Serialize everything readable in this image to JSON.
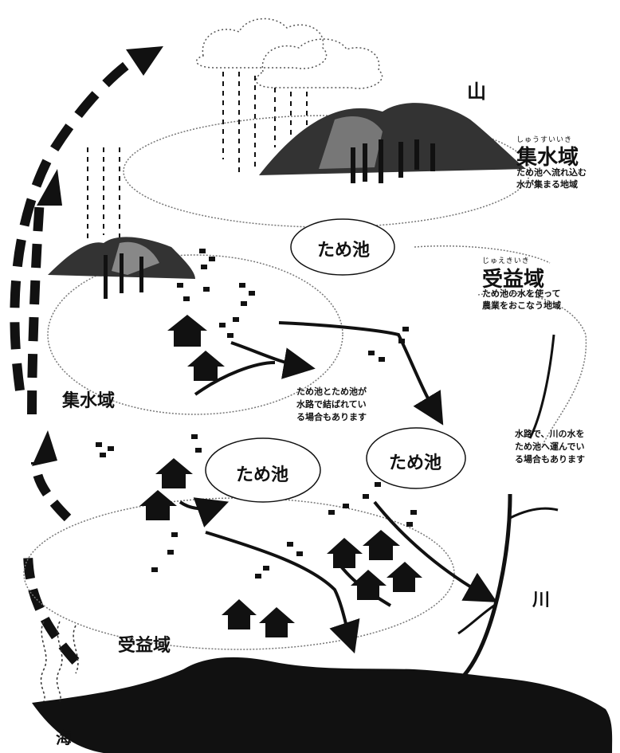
{
  "labels": {
    "mountain": "山",
    "catchment_upper": {
      "ruby": "しゅうすいいき",
      "title": "集水域",
      "desc_line1": "ため池へ流れ込む",
      "desc_line2": "水が集まる地域"
    },
    "pond_upper": "ため池",
    "beneficiary_right": {
      "ruby": "じゅえきいき",
      "title": "受益域",
      "desc_line1": "ため池の水を使って",
      "desc_line2": "農業をおこなう地域"
    },
    "catchment_left": "集水域",
    "note_connected": {
      "line1": "ため池とため池が",
      "line2": "水路で結ばれてい",
      "line3": "る場合もあります"
    },
    "note_river": {
      "line1": "水路で、川の水を",
      "line2": "ため池へ運んでい",
      "line3": "る場合もあります"
    },
    "pond_middle": "ため池",
    "pond_right": "ため池",
    "river": "川",
    "beneficiary_lower": "受益域",
    "sea": "海"
  }
}
